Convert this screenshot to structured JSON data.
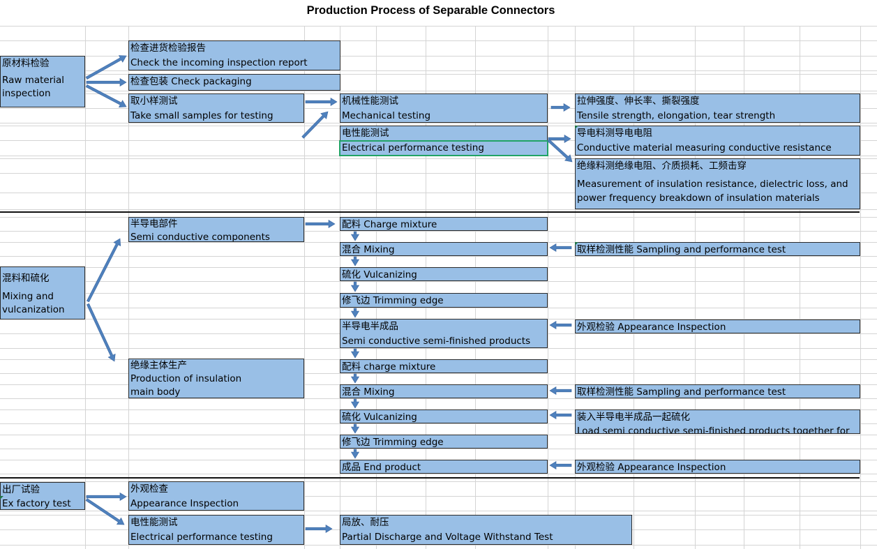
{
  "title": "Production Process of Separable Connectors",
  "stages": {
    "raw": {
      "label_cn": "原材料检验",
      "label_en": "Raw material inspection",
      "step1": {
        "cn": "检查进货检验报告",
        "en": "Check the incoming inspection report"
      },
      "step2": {
        "text": "检查包装 Check packaging"
      },
      "step3": {
        "cn": "取小样测试",
        "en": "Take small samples for testing"
      },
      "mech": {
        "cn": "机械性能测试",
        "en": "Mechanical testing"
      },
      "mech_result": {
        "cn": "拉伸强度、伸长率、撕裂强度",
        "en": "Tensile strength, elongation, tear strength"
      },
      "elec": {
        "cn": "电性能测试",
        "en": "Electrical performance testing"
      },
      "elec_result1": {
        "cn": "导电料测导电电阻",
        "en": "Conductive material measuring conductive resistance"
      },
      "elec_result2": {
        "cn": "绝缘料测绝缘电阻、介质损耗、工频击穿",
        "en": "Measurement of insulation resistance, dielectric loss, and power frequency breakdown of insulation materials"
      }
    },
    "mixing": {
      "label_cn": "混料和硫化",
      "label_en": "Mixing and vulcanization",
      "semi": {
        "label_cn": "半导电部件",
        "label_en": "Semi conductive components",
        "steps": [
          "配料 Charge mixture",
          "混合 Mixing",
          "硫化 Vulcanizing",
          "修飞边 Trimming edge"
        ],
        "output": {
          "cn": "半导电半成品",
          "en": "Semi conductive semi-finished products"
        },
        "side1": "取样检测性能 Sampling and performance test",
        "side2": "外观检验 Appearance Inspection"
      },
      "insul": {
        "label_cn": "绝缘主体生产",
        "label_en": "Production of insulation main body",
        "steps": [
          "配料 charge mixture",
          "混合 Mixing",
          "硫化 Vulcanizing",
          "修飞边 Trimming edge",
          "成品 End product"
        ],
        "side1": "取样检测性能 Sampling and performance test",
        "side2": {
          "cn": "装入半导电半成品一起硫化",
          "en": "Load semi conductive semi-finished products together for"
        },
        "side3": "外观检验 Appearance Inspection"
      }
    },
    "factory": {
      "label_cn": "出厂试验",
      "label_en": "Ex factory test",
      "appearance": {
        "cn": "外观检查",
        "en": "Appearance Inspection"
      },
      "elec": {
        "cn": "电性能测试",
        "en": "Electrical performance testing"
      },
      "elec_result": {
        "cn": "局放、耐压",
        "en": "Partial Discharge and Voltage Withstand Test"
      }
    }
  },
  "colors": {
    "box_fill": "#99bfe6",
    "arrow": "#4f81bd",
    "grid": "#d4d4d4",
    "selection": "#21a366"
  }
}
